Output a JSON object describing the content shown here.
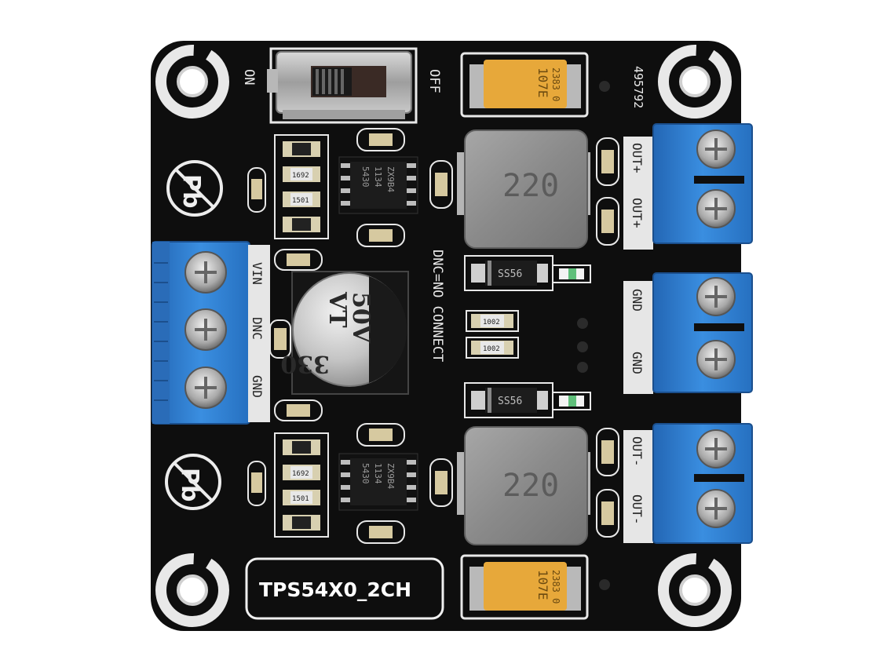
{
  "board": {
    "name_label": "TPS54X0_2CH",
    "id_number": "495792",
    "switch": {
      "on_label": "ON",
      "off_label": "OFF"
    },
    "input_labels": [
      "VIN",
      "DNC",
      "GND"
    ],
    "output_labels_top": [
      "OUT+",
      "OUT+"
    ],
    "output_labels_mid": [
      "GND",
      "GND"
    ],
    "output_labels_bottom": [
      "OUT-",
      "OUT-"
    ],
    "note": "DNC=NO CONNECT",
    "pb_free_mark": "Pb",
    "electrolytic_cap": {
      "line1": "VT",
      "line2": "50V",
      "line3": "330"
    },
    "inductor_label": "220",
    "tantalum_labels": [
      "107E",
      "2383 0"
    ],
    "diode_label": "SS56",
    "ic_labels": [
      "5430",
      "1134",
      "ZX9B4"
    ],
    "resistor_labels": [
      "1692",
      "1501",
      "1002"
    ],
    "colors": {
      "pcb": "#0e0e0e",
      "silkscreen": "#e9e9e9",
      "terminal_blue": "#2f7fd0",
      "tantalum": "#e7a83a",
      "inductor": "#8a8a8a"
    }
  }
}
